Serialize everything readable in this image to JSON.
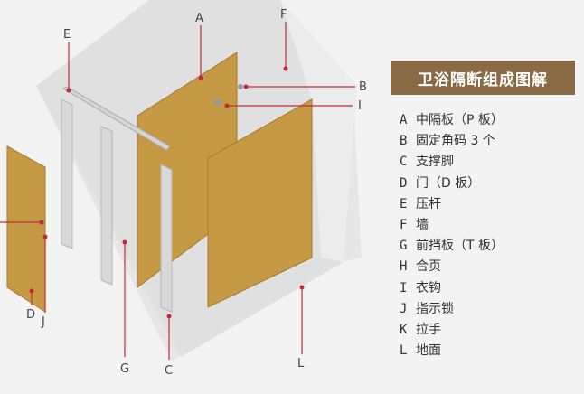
{
  "title": "卫浴隔断组成图解",
  "callouts": [
    "A",
    "B",
    "C",
    "D",
    "E",
    "F",
    "G",
    "I",
    "J",
    "L"
  ],
  "legend": [
    {
      "letter": "A",
      "text": "中隔板（P 板）"
    },
    {
      "letter": "B",
      "text": "固定角码 3 个"
    },
    {
      "letter": "C",
      "text": "支撑脚"
    },
    {
      "letter": "D",
      "text": "门（D 板）"
    },
    {
      "letter": "E",
      "text": "压杆"
    },
    {
      "letter": "F",
      "text": "墙"
    },
    {
      "letter": "G",
      "text": "前挡板（T 板）"
    },
    {
      "letter": "H",
      "text": "合页"
    },
    {
      "letter": "I",
      "text": "衣钩"
    },
    {
      "letter": "J",
      "text": "指示锁"
    },
    {
      "letter": "K",
      "text": "拉手"
    },
    {
      "letter": "L",
      "text": "地面"
    }
  ],
  "colors": {
    "panel": "#c69a45",
    "panel_edge": "#a57a30",
    "wall": "#e2e2e2",
    "pilaster": "#d8d8d8",
    "leader": "#c62a3a",
    "title_bg": "#8a6a45"
  }
}
